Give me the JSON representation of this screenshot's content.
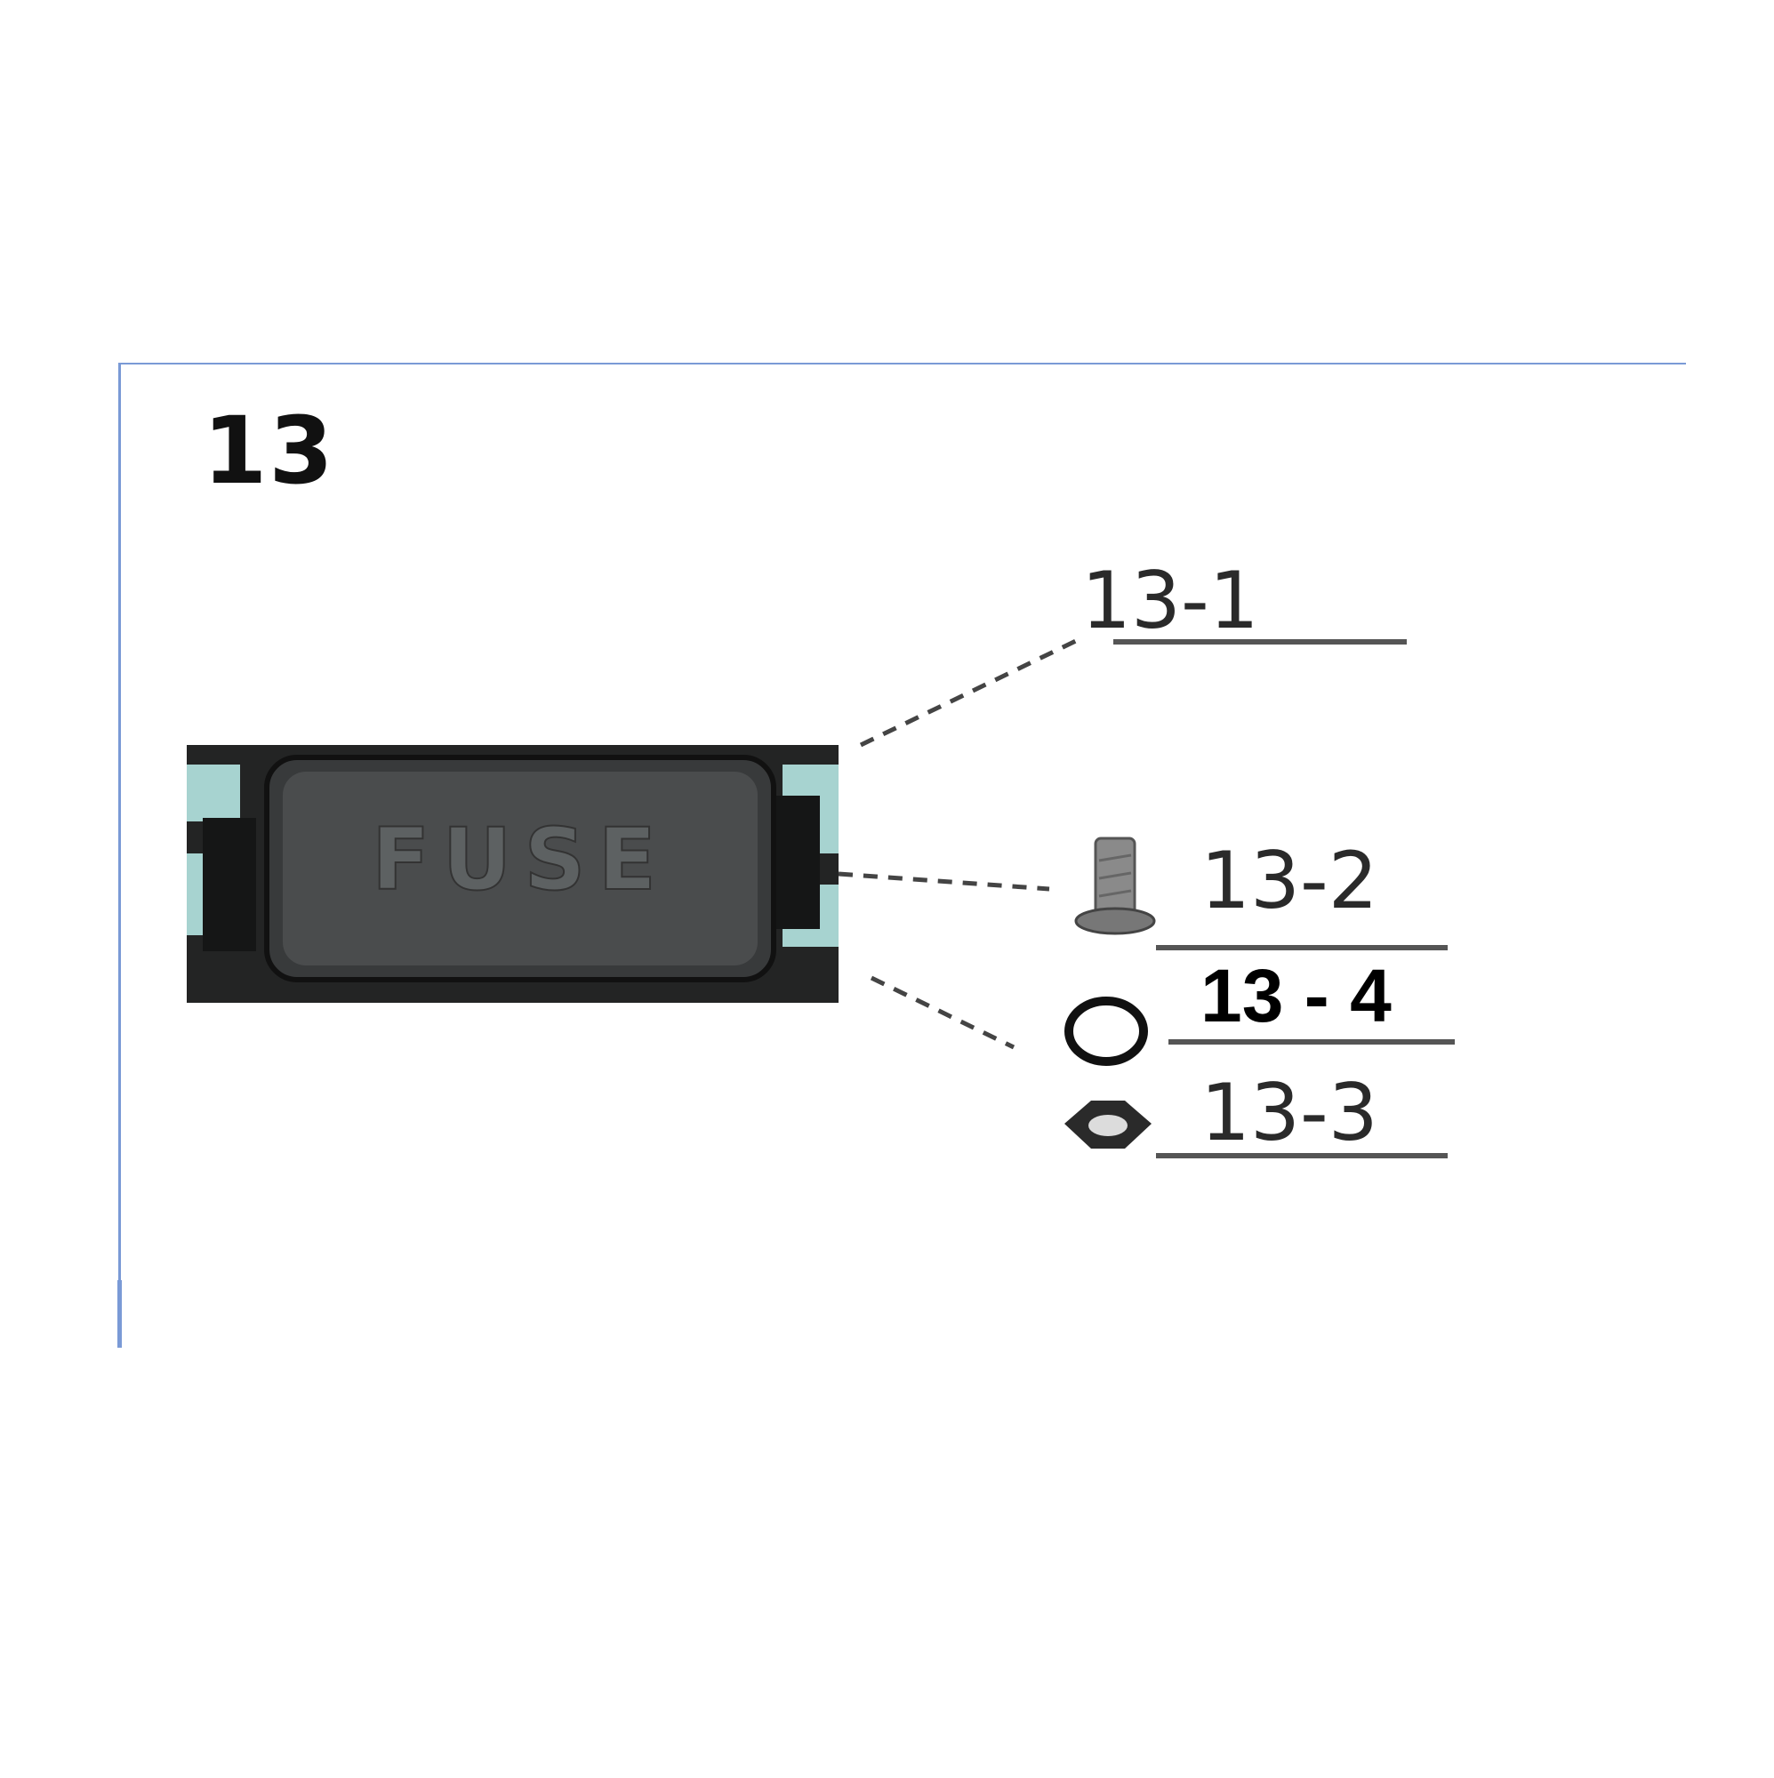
{
  "diagram": {
    "group_number": "13",
    "callouts": [
      {
        "id": "13-1",
        "label": "13-1"
      },
      {
        "id": "13-2",
        "label": "13-2"
      },
      {
        "id": "13-4",
        "label": "13 - 4"
      },
      {
        "id": "13-3",
        "label": "13-3"
      }
    ],
    "main_part_embossed_text": "FUSE"
  },
  "colors": {
    "frame": "#7a9ad6",
    "leader": "#444444",
    "underline": "#555555",
    "accent_teal": "#a7d3d0",
    "part_dark": "#1e1f1f"
  }
}
